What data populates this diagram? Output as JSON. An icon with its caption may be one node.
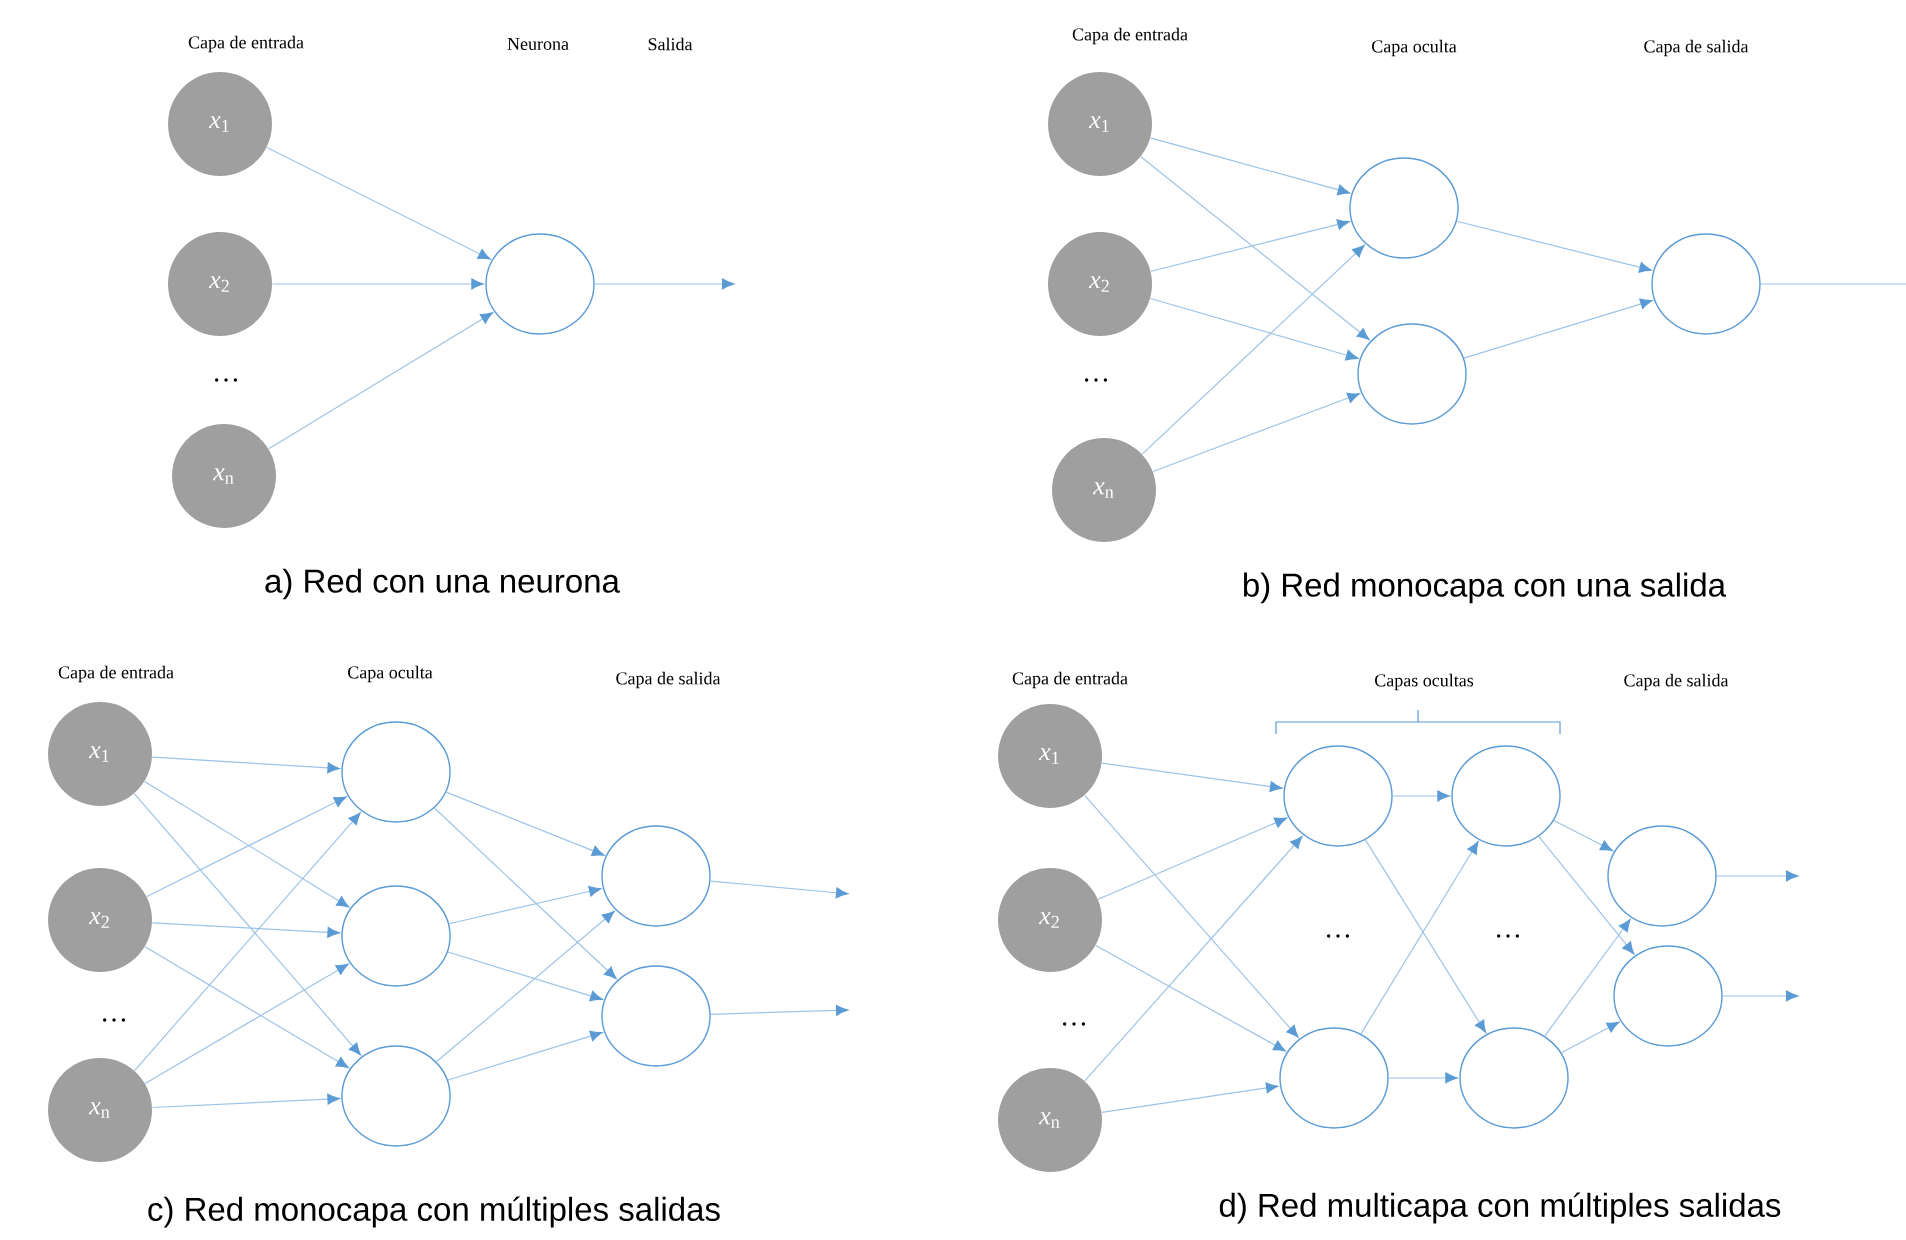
{
  "diagram": {
    "nodes": [
      {
        "text": [
          "*x*$_{1}$"
        ]
      },
      {
        "text": [
          "*x*$_{2}$"
        ]
      },
      {
        "text": [
          "*x*$_{n}$"
        ]
      },
      {
        "text": [],
        "shape": "circle"
      },
      {
        "text": [
          "*x*$_{1}$"
        ]
      },
      {
        "text": [
          "*x*$_{2}$"
        ]
      },
      {
        "text": [
          "*x*$_{n}$"
        ]
      },
      {
        "text": [],
        "shape": "circle"
      },
      {
        "text": [],
        "shape": "circle"
      },
      {
        "text": [],
        "shape": "circle"
      },
      {
        "text": [
          "*x*$_{1}$"
        ]
      },
      {
        "text": [
          "*x*$_{2}$"
        ]
      },
      {
        "text": [
          "*x*$_{n}$"
        ]
      },
      {
        "text": [],
        "shape": "circle"
      },
      {
        "text": [],
        "shape": "circle"
      },
      {
        "text": [],
        "shape": "circle"
      },
      {
        "text": [],
        "shape": "circle"
      },
      {
        "text": [],
        "shape": "circle"
      },
      {
        "text": [
          "*x*$_{1}$"
        ]
      },
      {
        "text": [
          "*x*$_{2}$"
        ]
      },
      {
        "text": [
          "*x*$_{n}$"
        ]
      },
      {
        "text": [],
        "shape": "circle"
      },
      {
        "text": [],
        "shape": "circle"
      },
      {
        "text": [],
        "shape": "circle"
      },
      {
        "text": [],
        "shape": "circle"
      },
      {
        "text": [],
        "shape": "circle"
      },
      {
        "text": [],
        "shape": "circle"
      }
    ],
    "edges": [
      {
        "from": 0,
        "to": 3,
        "arrow": "to"
      },
      {
        "from": 1,
        "to": 3,
        "arrow": "to"
      },
      {
        "from": 2,
        "to": 3,
        "arrow": "to"
      },
      {
        "from": 3,
        "to": null,
        "arrow": "to"
      },
      {
        "from": 4,
        "to": 7,
        "arrow": "to"
      },
      {
        "from": 4,
        "to": 8,
        "arrow": "to"
      },
      {
        "from": 5,
        "to": 7,
        "arrow": "to"
      },
      {
        "from": 5,
        "to": 8,
        "arrow": "to"
      },
      {
        "from": 6,
        "to": 7,
        "arrow": "to"
      },
      {
        "from": 6,
        "to": 8,
        "arrow": "to"
      },
      {
        "from": 7,
        "to": 9,
        "arrow": "to"
      },
      {
        "from": 8,
        "to": 9,
        "arrow": "to"
      },
      {
        "from": 9,
        "to": null,
        "arrow": "none"
      },
      {
        "from": 10,
        "to": 13,
        "arrow": "to"
      },
      {
        "from": 10,
        "to": 14,
        "arrow": "to"
      },
      {
        "from": 10,
        "to": 15,
        "arrow": "to"
      },
      {
        "from": 11,
        "to": 13,
        "arrow": "to"
      },
      {
        "from": 11,
        "to": 14,
        "arrow": "to"
      },
      {
        "from": 11,
        "to": 15,
        "arrow": "to"
      },
      {
        "from": 12,
        "to": 13,
        "arrow": "to"
      },
      {
        "from": 12,
        "to": 14,
        "arrow": "to"
      },
      {
        "from": 12,
        "to": 15,
        "arrow": "to"
      },
      {
        "from": 13,
        "to": 16,
        "arrow": "to"
      },
      {
        "from": 13,
        "to": 17,
        "arrow": "to"
      },
      {
        "from": 14,
        "to": 16,
        "arrow": "to"
      },
      {
        "from": 14,
        "to": 17,
        "arrow": "to"
      },
      {
        "from": 15,
        "to": 16,
        "arrow": "to"
      },
      {
        "from": 15,
        "to": 17,
        "arrow": "to"
      },
      {
        "from": 16,
        "to": null,
        "arrow": "to"
      },
      {
        "from": 17,
        "to": null,
        "arrow": "to"
      },
      {
        "from": 18,
        "to": 21,
        "arrow": "to"
      },
      {
        "from": 18,
        "to": 22,
        "arrow": "to"
      },
      {
        "from": 19,
        "to": 21,
        "arrow": "to"
      },
      {
        "from": 19,
        "to": 22,
        "arrow": "to"
      },
      {
        "from": 20,
        "to": 21,
        "arrow": "to"
      },
      {
        "from": 20,
        "to": 22,
        "arrow": "to"
      },
      {
        "from": 21,
        "to": 23,
        "arrow": "to"
      },
      {
        "from": 21,
        "to": 24,
        "arrow": "to"
      },
      {
        "from": 22,
        "to": 23,
        "arrow": "to"
      },
      {
        "from": 22,
        "to": 24,
        "arrow": "to"
      },
      {
        "from": 23,
        "to": 25,
        "arrow": "to"
      },
      {
        "from": 23,
        "to": 26,
        "arrow": "to"
      },
      {
        "from": 24,
        "to": 25,
        "arrow": "to"
      },
      {
        "from": 24,
        "to": 26,
        "arrow": "to"
      },
      {
        "from": 25,
        "to": null,
        "arrow": "to"
      },
      {
        "from": 26,
        "to": null,
        "arrow": "to"
      }
    ],
    "labels": [
      "Capa de entrada",
      "Neurona",
      "Salida",
      "…",
      "a) Red con una neurona",
      "Capa de entrada",
      "Capa oculta",
      "Capa de salida",
      "…",
      "b) Red monocapa con una salida",
      "Capa de entrada",
      "Capa oculta",
      "Capa de salida",
      "…",
      "c) Red monocapa con múltiples salidas",
      "Capa de entrada",
      "Capas ocultas",
      "Capa de salida",
      "…",
      "…",
      "…",
      "d)  Red multicapa con múltiples salidas"
    ]
  }
}
